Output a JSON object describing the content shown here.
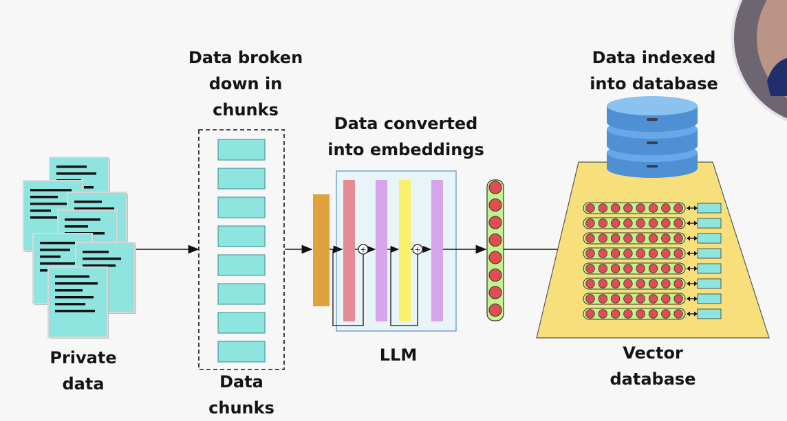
{
  "labels": {
    "private_data": [
      "Private",
      "data"
    ],
    "broken_chunks": [
      "Data broken",
      "down in",
      "chunks"
    ],
    "data_chunks": [
      "Data",
      "chunks"
    ],
    "embeddings": [
      "Data converted",
      "into embeddings"
    ],
    "llm": "LLM",
    "indexed": [
      "Data indexed",
      "into database"
    ],
    "vector_db": [
      "Vector",
      "database"
    ]
  },
  "icons": {
    "documents": "document-stack-icon",
    "database": "database-cylinder-icon",
    "adder": "circled-plus-icon"
  },
  "colors": {
    "document": "#8ee5e0",
    "chunk": "#8ee5e0",
    "input_layer": "#e0a13e",
    "llm_box": "#e8f4f8",
    "layer_red": "#e48a94",
    "layer_purple": "#d6a4ea",
    "layer_yellow": "#f6f06a",
    "embedding_bar": "#c4f28a",
    "embedding_dot": "#e14d55",
    "database": "#65a9e8",
    "trapezoid": "#f7e07c"
  }
}
